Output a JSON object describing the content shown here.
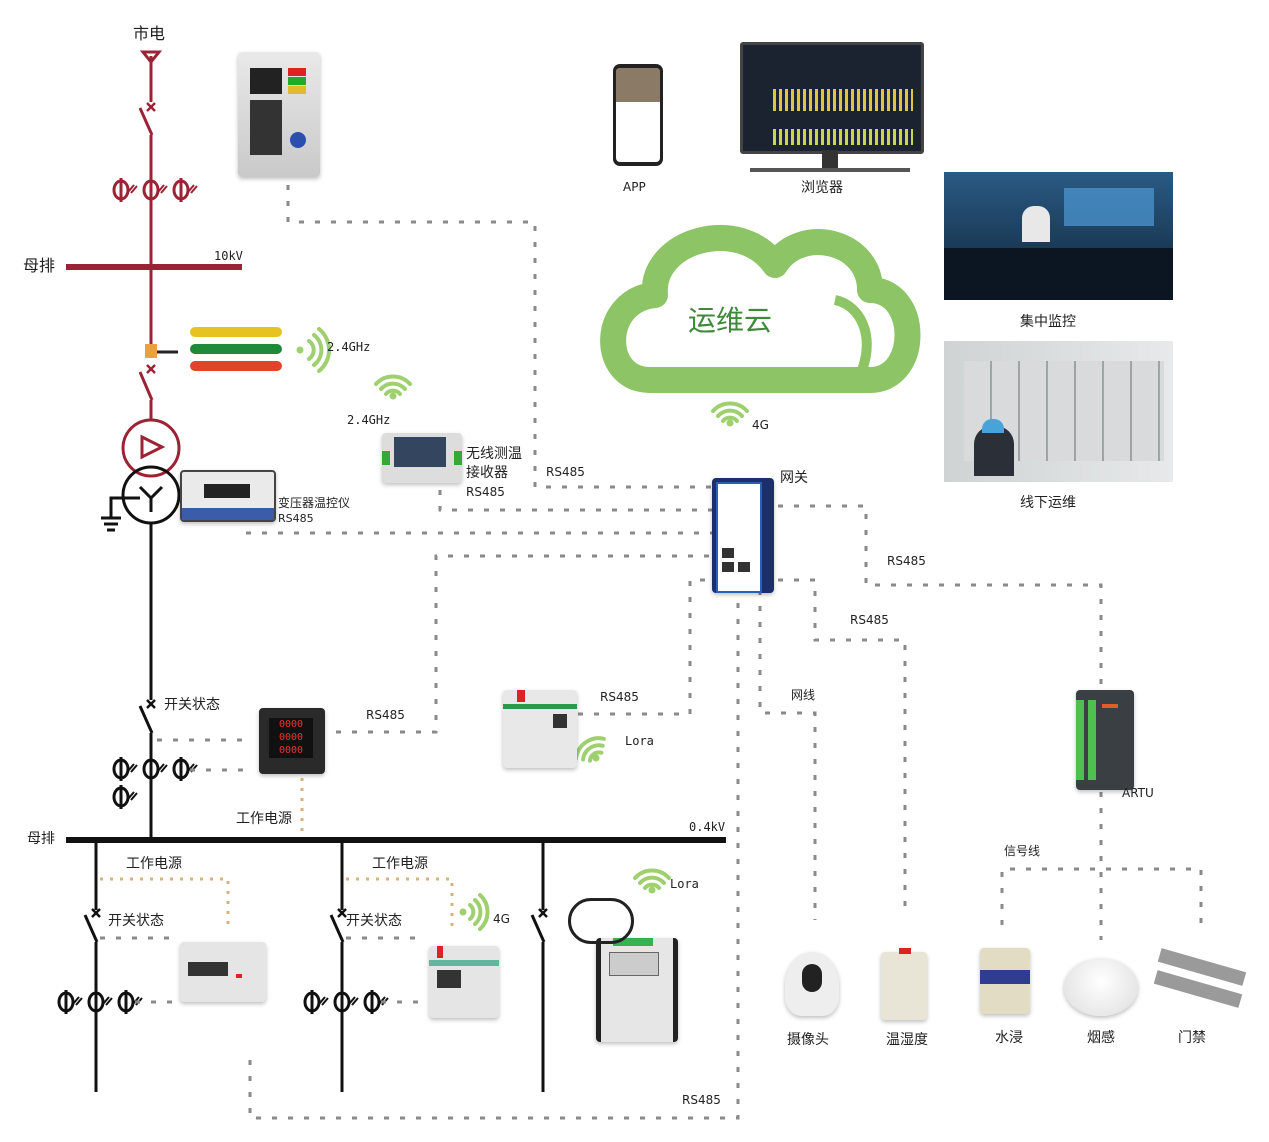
{
  "title": "Power distribution intelligent O&M system topology",
  "colors": {
    "hv_line": "#9b2335",
    "lv_line": "#111111",
    "dash_line": "#8a8a8a",
    "power_dash": "#d9b27a",
    "cloud_green": "#8cc466",
    "cloud_text": "#3f8a3a",
    "wifi_green": "#9fd06f"
  },
  "hv": {
    "source_label": "市电",
    "busbar_label": "母排",
    "voltage_label": "10kV"
  },
  "lv": {
    "busbar_label": "母排",
    "voltage_label": "0.4kV"
  },
  "top_clients": {
    "app_label": "APP",
    "browser_label": "浏览器"
  },
  "cloud": {
    "label": "运维云",
    "link_label": "4G"
  },
  "ops": {
    "central_label": "集中监控",
    "onsite_label": "线下运维"
  },
  "gateway": {
    "label": "网关"
  },
  "wireless_temp": {
    "sensor_freq_label": "2.4GHz",
    "receiver_freq_label": "2.4GHz",
    "receiver_label_1": "无线测温",
    "receiver_label_2": "接收器",
    "receiver_protocol": "RS485"
  },
  "transformer": {
    "controller_label": "变压器温控仪",
    "protocol": "RS485"
  },
  "links": {
    "rs485_a": "RS485",
    "rs485_b": "RS485",
    "rs485_c": "RS485",
    "rs485_d": "RS485",
    "rs485_meter": "RS485",
    "rs485_lora_gw": "RS485",
    "rs485_bottom": "RS485",
    "network_cable": "网线",
    "signal_line": "信号线"
  },
  "incoming_feeder": {
    "switch_status": "开关状态",
    "work_power": "工作电源"
  },
  "feeders": [
    {
      "work_power": "工作电源",
      "switch_status": "开关状态"
    },
    {
      "work_power": "工作电源",
      "switch_status": "开关状态",
      "wireless": "4G"
    },
    {
      "wireless": "Lora"
    }
  ],
  "lora_collector": {
    "wireless": "Lora"
  },
  "artu": {
    "label": "ARTU"
  },
  "sensors": [
    {
      "label": "摄像头"
    },
    {
      "label": "温湿度"
    },
    {
      "label": "水浸"
    },
    {
      "label": "烟感"
    },
    {
      "label": "门禁"
    }
  ]
}
